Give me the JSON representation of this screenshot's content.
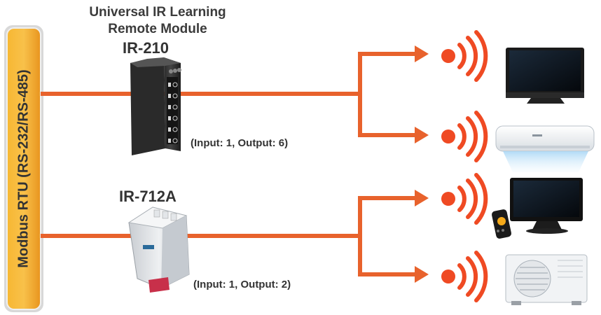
{
  "bus": {
    "label": "Modbus RTU  (RS-232/RS-485)"
  },
  "module1": {
    "title_line1": "Universal IR Learning",
    "title_line2": "Remote Module",
    "model": "IR-210",
    "io": "(Input: 1, Output: 6)"
  },
  "module2": {
    "model": "IR-712A",
    "io": "(Input: 1, Output: 2)"
  },
  "targets": [
    "tv-flat-screen-icon",
    "air-conditioner-indoor-icon",
    "tv-with-remote-icon",
    "air-conditioner-outdoor-icon"
  ],
  "colors": {
    "line": "#e8622c",
    "bus_fill": "#f5a623",
    "ir_wave": "#ef4a23"
  }
}
